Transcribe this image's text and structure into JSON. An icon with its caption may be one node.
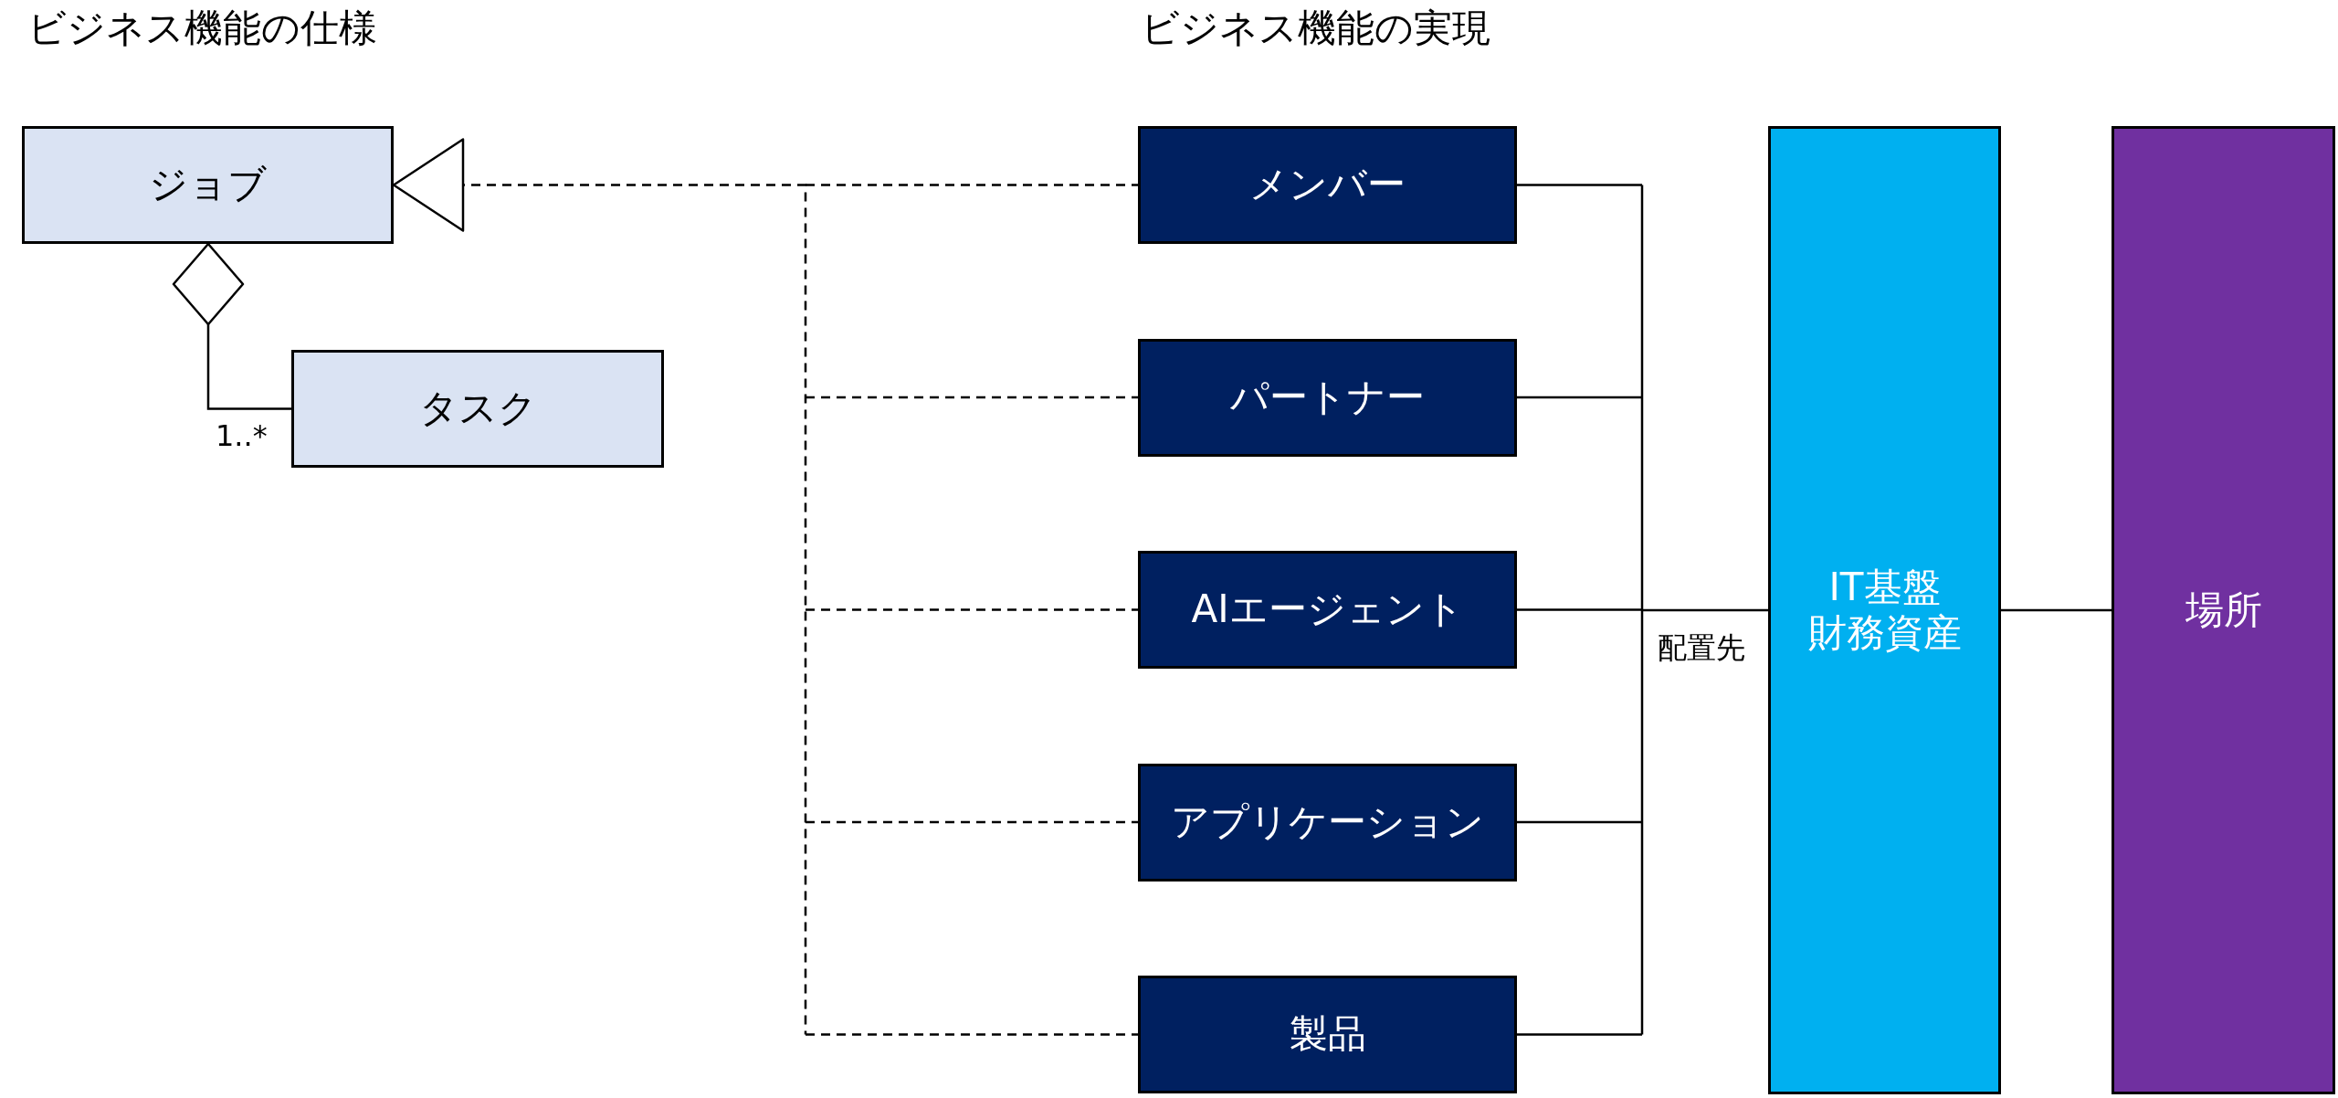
{
  "diagram": {
    "nodes": [
      {
        "text": [
          "ジョブ"
        ]
      },
      {
        "text": [
          "タスク"
        ]
      },
      {
        "text": [
          "メンバー"
        ]
      },
      {
        "text": [
          "パートナー"
        ]
      },
      {
        "text": [
          "AIエージェント"
        ]
      },
      {
        "text": [
          "アプリケーション"
        ]
      },
      {
        "text": [
          "製品"
        ]
      },
      {
        "text": [
          "IT基盤",
          "財務資産"
        ]
      },
      {
        "text": [
          "場所"
        ]
      }
    ],
    "edges": [
      {
        "from": 1,
        "to": 0,
        "arrow": "other",
        "label": "1..*"
      },
      {
        "from": 2,
        "to": 0,
        "arrow": "to",
        "style": "dashed"
      },
      {
        "from": 3,
        "to": 0,
        "arrow": "to",
        "style": "dashed"
      },
      {
        "from": 4,
        "to": 0,
        "arrow": "to",
        "style": "dashed"
      },
      {
        "from": 5,
        "to": 0,
        "arrow": "to",
        "style": "dashed"
      },
      {
        "from": 6,
        "to": 0,
        "arrow": "to",
        "style": "dashed"
      },
      {
        "from": 2,
        "to": 7,
        "arrow": "none"
      },
      {
        "from": 3,
        "to": 7,
        "arrow": "none"
      },
      {
        "from": 4,
        "to": 7,
        "arrow": "none",
        "label": "配置先"
      },
      {
        "from": 5,
        "to": 7,
        "arrow": "none"
      },
      {
        "from": 6,
        "to": 7,
        "arrow": "none"
      },
      {
        "from": 7,
        "to": 8,
        "arrow": "none"
      }
    ],
    "labels": [
      "ビジネス機能の仕様",
      "ビジネス機能の実現"
    ]
  }
}
